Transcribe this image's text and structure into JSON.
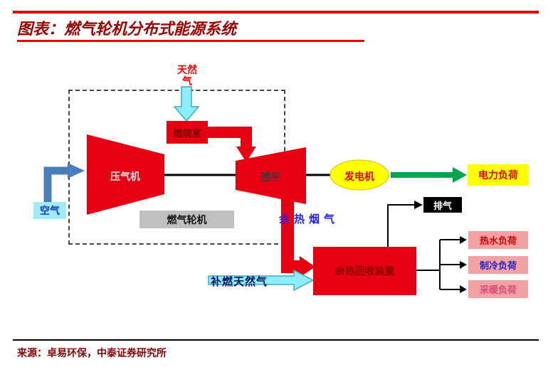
{
  "header": {
    "title": "图表：燃气轮机分布式能源系统"
  },
  "footer": {
    "source": "来源：卓易环保，中泰证券研究所"
  },
  "diagram": {
    "labels": {
      "natural_gas": "天然气",
      "combustor": "燃烧室",
      "compressor": "压气机",
      "turbine": "透平",
      "air": "空气",
      "gas_turbine": "燃气轮机",
      "generator": "发电机",
      "power_load": "电力负荷",
      "flue_gas": "余热烟气",
      "exhaust": "排气",
      "heat_recovery": "余热回收装置",
      "supplementary_gas": "补燃天然气",
      "hot_water_load": "热水负荷",
      "cooling_load": "制冷负荷",
      "heating_load": "采暖负荷"
    },
    "colors": {
      "accent_red": "#e60012",
      "title_red": "#9e0000",
      "source_red": "#8b0000",
      "generator_yellow": "#ffff00",
      "load_pink": "#f2a2a2",
      "cyan_arrow_fill": "#8ceeff",
      "cyan_arrow_stroke": "#3fa7c7",
      "air_arrow_blue": "#4a7ebb",
      "power_arrow_green": "#00a550",
      "gas_turbine_gray": "#bfbfbf",
      "air_box_cyan": "#a0ecff",
      "flue_gas_blue": "#2323ff"
    }
  }
}
